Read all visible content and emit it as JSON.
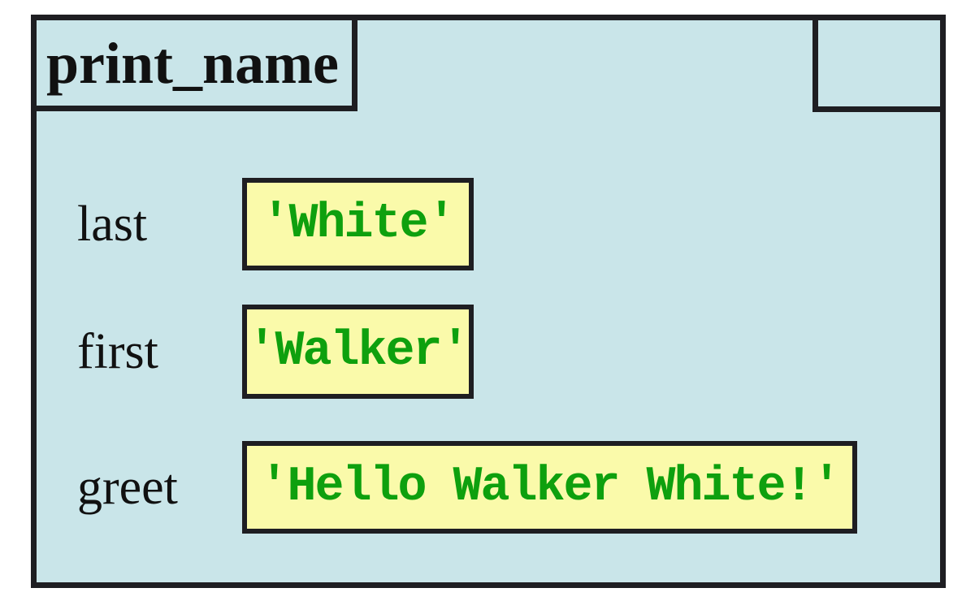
{
  "frame": {
    "function_name": "print_name",
    "variables": [
      {
        "name": "last",
        "value": "'White'"
      },
      {
        "name": "first",
        "value": "'Walker'"
      },
      {
        "name": "greet",
        "value": "'Hello Walker White!'"
      }
    ]
  },
  "colors": {
    "frame_fill": "#C9E5E9",
    "value_fill": "#FAFAAA",
    "value_text": "#0EA00E",
    "border": "#1E1E22",
    "label_text": "#111111"
  }
}
